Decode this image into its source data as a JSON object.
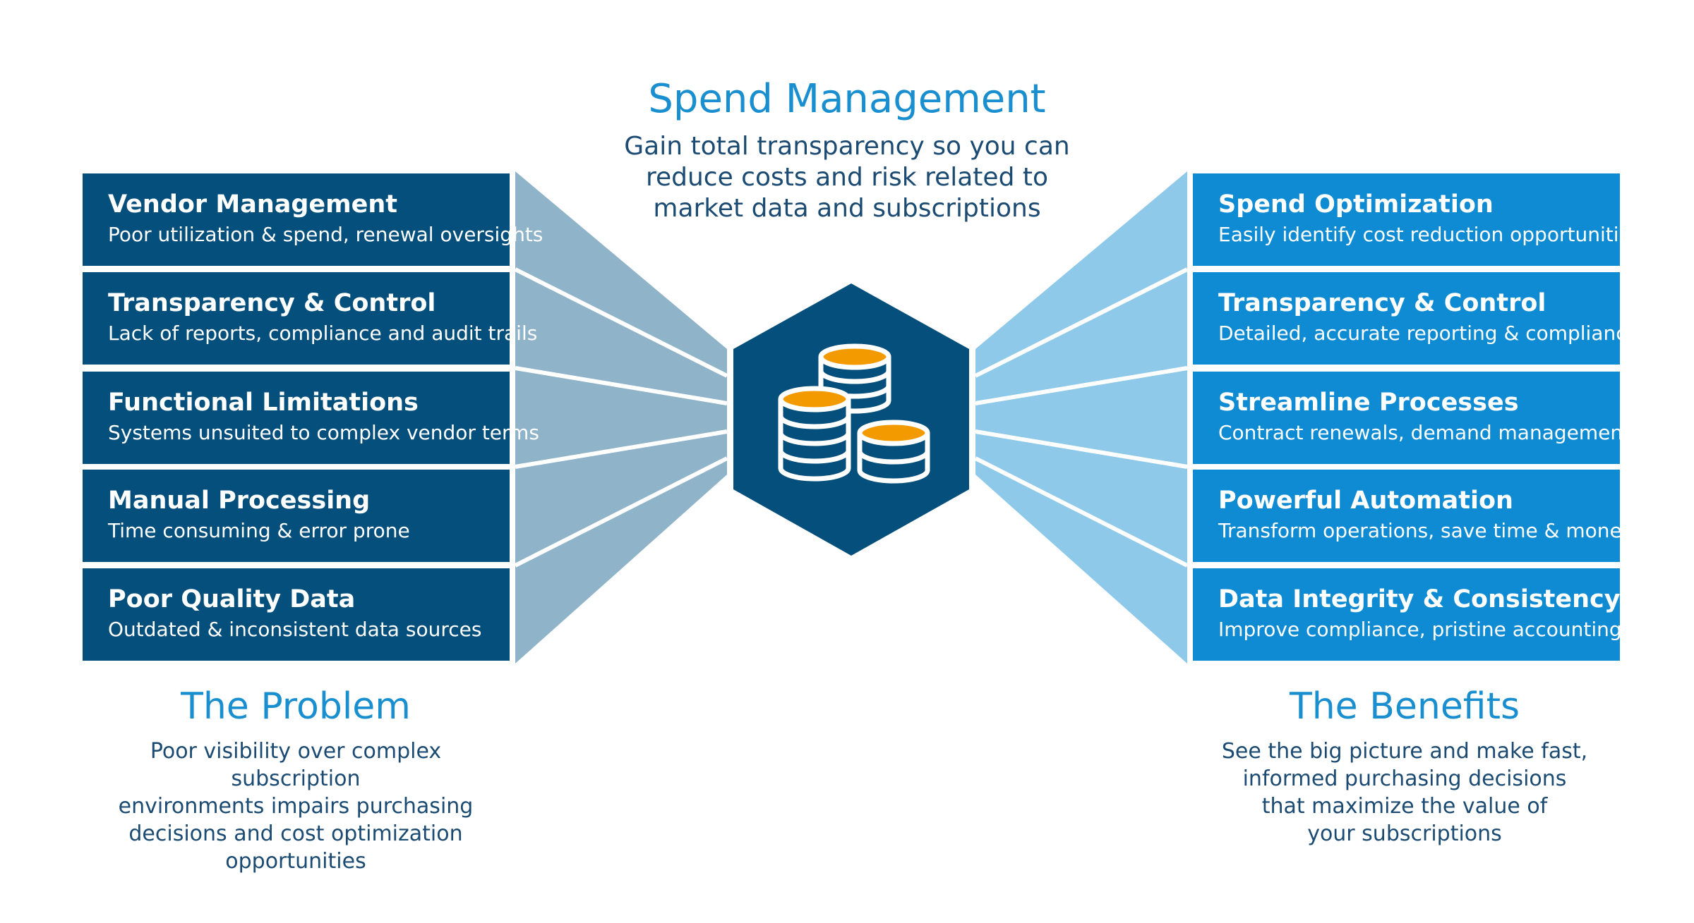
{
  "center": {
    "title": "Spend Management",
    "subtitle_lines": [
      "Gain total transparency so you can",
      "reduce costs and risk related to",
      "market data and subscriptions"
    ],
    "icon": "coin-stack-icon"
  },
  "problem": {
    "items": [
      {
        "title": "Vendor Management",
        "desc": "Poor utilization & spend, renewal oversights"
      },
      {
        "title": "Transparency & Control",
        "desc": "Lack of reports, compliance and audit trails"
      },
      {
        "title": "Functional Limitations",
        "desc": "Systems unsuited to complex vendor terms"
      },
      {
        "title": "Manual Processing",
        "desc": "Time consuming & error prone"
      },
      {
        "title": "Poor Quality Data",
        "desc": "Outdated & inconsistent data sources"
      }
    ],
    "title": "The Problem",
    "desc_lines": [
      "Poor visibility over complex subscription",
      "environments impairs purchasing",
      "decisions and cost optimization",
      "opportunities"
    ]
  },
  "benefits": {
    "items": [
      {
        "title": "Spend Optimization",
        "desc": "Easily identify cost reduction opportunities"
      },
      {
        "title": "Transparency & Control",
        "desc": "Detailed, accurate reporting & compliance"
      },
      {
        "title": "Streamline Processes",
        "desc": "Contract renewals, demand management"
      },
      {
        "title": "Powerful Automation",
        "desc": "Transform operations, save time & money"
      },
      {
        "title": "Data Integrity & Consistency",
        "desc": "Improve compliance, pristine accounting"
      }
    ],
    "title": "The Benefits",
    "desc_lines": [
      "See the big picture and make fast,",
      "informed purchasing decisions",
      "that maximize the value of",
      "your subscriptions"
    ]
  },
  "colors": {
    "left_box": "#044f7c",
    "right_box": "#0f8bd4",
    "left_funnel": "#8fb3c8",
    "right_funnel": "#8ec9ea",
    "hexagon": "#044f7c",
    "coin_top": "#f39a00",
    "title_blue": "#1a8fd0",
    "text_dark": "#1b4a72"
  }
}
